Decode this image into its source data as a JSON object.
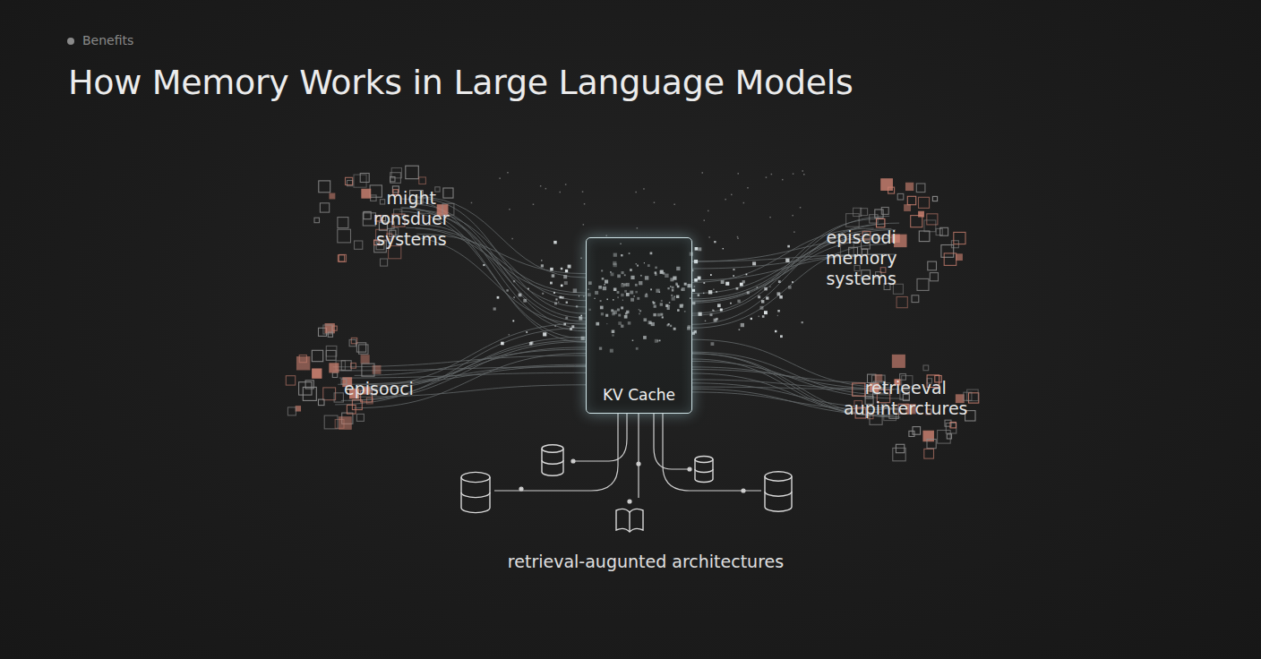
{
  "diagram": {
    "title": "How Memory Works in Large Language Models",
    "nodes": [
      {
        "text": [
          "KV Cache"
        ]
      }
    ],
    "labels": [
      "Benefits",
      "might ronsduer systems",
      "episcodi memory systems",
      "episooci",
      "retrieeval aupinterctures",
      "retrieval-augunted architectures"
    ]
  }
}
